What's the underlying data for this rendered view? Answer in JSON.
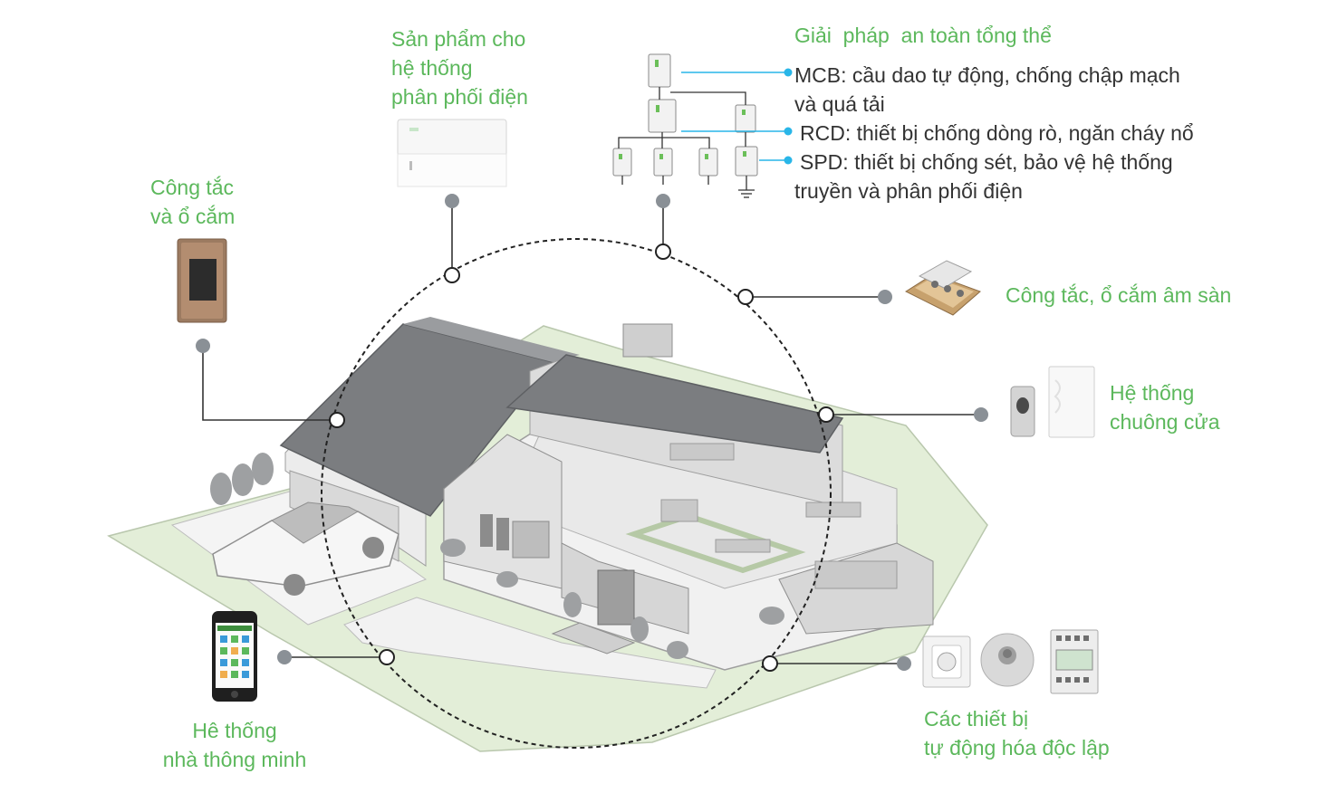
{
  "labels": {
    "distribution": [
      "Sản phẩm cho",
      "hệ thống",
      "phân phối điện"
    ],
    "safety_title": "Giải  pháp  an toàn tổng thể",
    "switch_socket": [
      "Công tắc",
      "và ổ cắm"
    ],
    "floor_socket": "Công tắc, ổ cắm âm sàn",
    "doorbell": [
      "Hệ thống",
      "chuông cửa"
    ],
    "smart_home": [
      "Hê thống",
      "nhà thông minh"
    ],
    "automation": [
      "Các thiết bị",
      "tự động hóa độc lập"
    ]
  },
  "safety_items": {
    "mcb": [
      "MCB: cầu dao tự động, chống chập mạch",
      "và quá tải"
    ],
    "rcd": "RCD: thiết bị chống dòng rò, ngăn cháy nổ",
    "spd": [
      "SPD: thiết bị chống sét, bảo vệ hệ thống",
      "truyền và phân phối điện"
    ]
  },
  "colors": {
    "label_green": "#5cb85c",
    "connector_blue": "#29b6e8",
    "connector_dark": "#333333",
    "node_grey": "#8a9096",
    "ground_green": "#e3eed8",
    "roof_grey": "#7b7d80"
  },
  "icons": [
    "distribution-board-icon",
    "circuit-breaker-icon",
    "wall-switch-icon",
    "floor-socket-icon",
    "doorbell-icon",
    "smartphone-icon",
    "thermostat-icon",
    "motion-sensor-icon",
    "timer-relay-icon",
    "house-illustration"
  ]
}
